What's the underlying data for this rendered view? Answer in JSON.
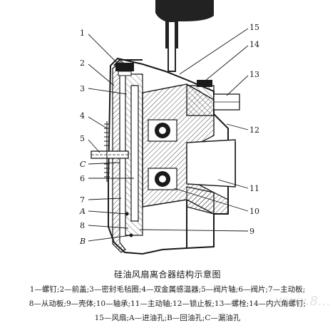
{
  "labels": {
    "n1": "1",
    "n2": "2",
    "n3": "3",
    "n4": "4",
    "n5": "5",
    "n6": "6",
    "n7": "7",
    "n8": "8",
    "n9": "9",
    "n10": "10",
    "n11": "11",
    "n12": "12",
    "n13": "13",
    "n14": "14",
    "n15": "15",
    "C": "C",
    "A": "A",
    "B": "B"
  },
  "caption": {
    "title": "硅油风扇离合器结构示意图",
    "line1": "1—螺钉;2—前盖;3—密封毛毡圈;4—双金属感温器;5—阀片轴;6—阀片;7—主动板;",
    "line2": "8—从动板;9—壳体;10—轴承;11—主动轴;12—锁止板;13—螺栓;14—内六角螺钉;",
    "line3": "15—风扇;A—进油孔;B—回油孔;C—漏油孔"
  },
  "watermark": "www.8…"
}
